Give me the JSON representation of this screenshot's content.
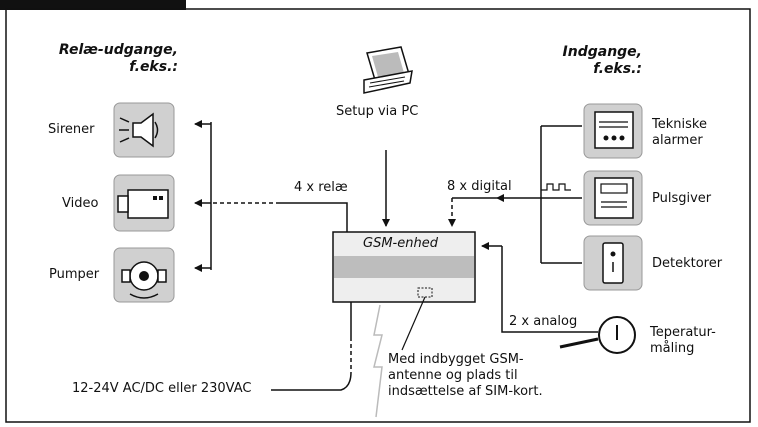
{
  "headers": {
    "outputs": [
      "Relæ-udgange,",
      "f.eks.:"
    ],
    "inputs": [
      "Indgange,",
      "f.eks.:"
    ]
  },
  "outputs": [
    {
      "label": "Sirener",
      "icon": "siren-icon"
    },
    {
      "label": "Video",
      "icon": "video-camera-icon"
    },
    {
      "label": "Pumper",
      "icon": "pump-icon"
    }
  ],
  "inputs": [
    {
      "label": [
        "Tekniske",
        "alarmer"
      ],
      "icon": "alarm-panel-icon"
    },
    {
      "label": [
        "Pulsgiver"
      ],
      "icon": "pulse-meter-icon"
    },
    {
      "label": [
        "Detektorer"
      ],
      "icon": "detector-icon"
    }
  ],
  "pc": {
    "label": "Setup via PC",
    "icon": "laptop-icon"
  },
  "device": {
    "label": "GSM-enhed"
  },
  "links": {
    "relay": "4 x relæ",
    "digital": "8 x digital",
    "analog": "2 x analog"
  },
  "thermometer": {
    "label": [
      "Teperatur-",
      "måling"
    ],
    "icon": "thermometer-icon"
  },
  "power": "12-24V AC/DC eller 230VAC",
  "note": [
    "Med indbygget GSM-",
    "antenne og plads til",
    "indsættelse af SIM-kort."
  ],
  "colors": {
    "line": "#111111",
    "icon_bg": "#d0d0d0",
    "device_band": "#bdbdbd",
    "device_body": "#eeeeee"
  }
}
